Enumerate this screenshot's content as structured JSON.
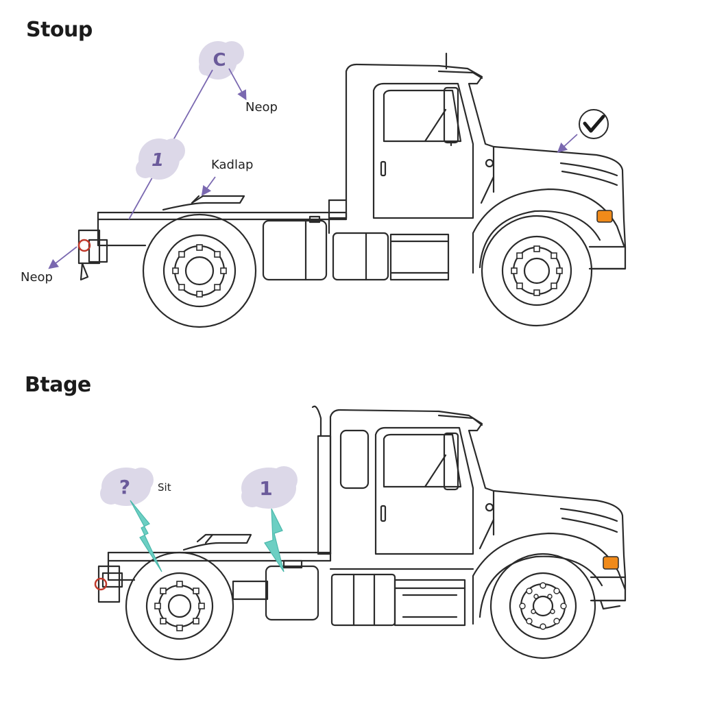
{
  "top_panel": {
    "title": "Stoup",
    "callouts": [
      {
        "marker": "C",
        "label": "Neop"
      },
      {
        "marker": "1",
        "label": "Kadlap"
      },
      {
        "marker": "",
        "label": "Neop"
      }
    ]
  },
  "bottom_panel": {
    "title": "Btage",
    "callouts": [
      {
        "marker": "?",
        "label": "Sit"
      },
      {
        "marker": "1",
        "label": ""
      }
    ]
  },
  "colors": {
    "line": "#2a2a2a",
    "bubble": "#dcd8e8",
    "bubble_text": "#6a5a9a",
    "arrow_purple": "#7a68b0",
    "arrow_teal": "#6ccfc3",
    "marker_light": "#f08a1a",
    "hitch_red": "#c0392b"
  },
  "icons": [
    "checkmark-icon"
  ]
}
